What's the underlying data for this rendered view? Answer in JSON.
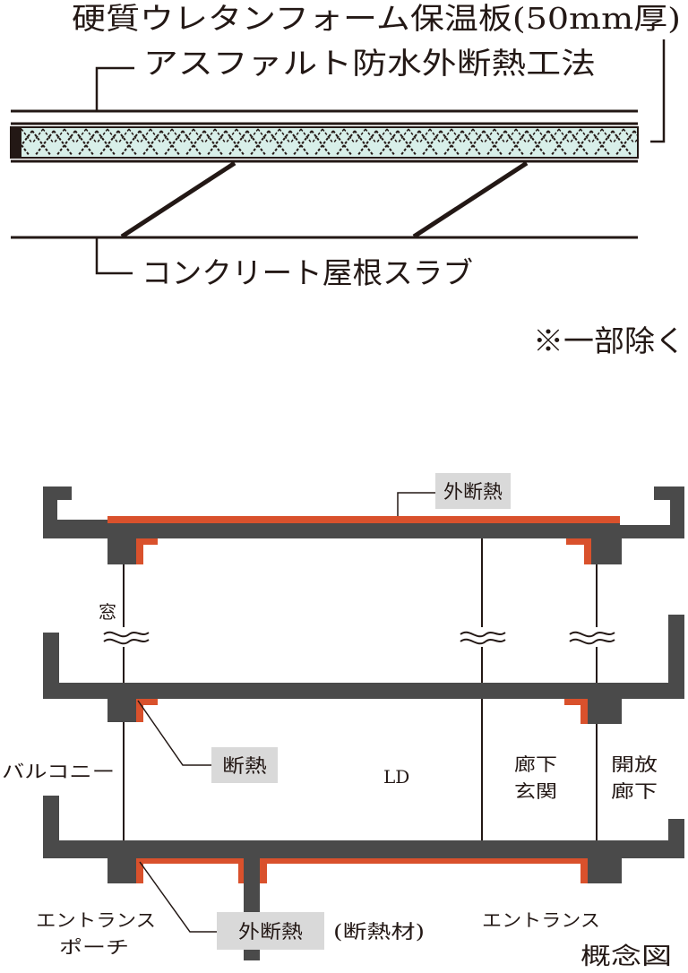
{
  "upper_detail": {
    "insulation_label": "硬質ウレタンフォーム保温板(50mm厚)",
    "method_label": "アスファルト防水外断熱工法",
    "slab_label": "コンクリート屋根スラブ",
    "note": "※一部除く"
  },
  "concept_diagram": {
    "caption": "概念図",
    "external_insulation_top": "外断熱",
    "internal_insulation": "断熱",
    "external_insulation_bottom": "外断熱",
    "insulation_material": "(断熱材)",
    "window": "窓",
    "balcony": "バルコニー",
    "room_ld": "LD",
    "corridor_entrance_line1": "廊下",
    "corridor_entrance_line2": "玄関",
    "open_corridor_line1": "開放",
    "open_corridor_line2": "廊下",
    "entrance_porch_line1": "エントランス",
    "entrance_porch_line2": "ポーチ",
    "entrance": "エントランス"
  },
  "colors": {
    "ink": "#231815",
    "concrete": "#4a4a4a",
    "insulation_red": "#d9512c",
    "insulation_panel": "#d8efe9",
    "label_box": "#d9d9d9"
  },
  "icons": {
    "insulation_pattern": "diamond-hatch",
    "break_mark": "wavy-break-line"
  }
}
